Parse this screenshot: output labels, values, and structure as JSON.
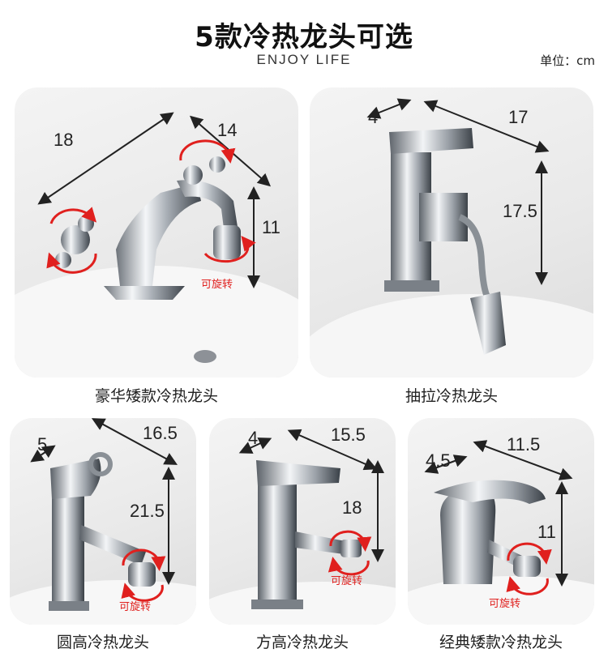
{
  "header": {
    "title": "5款冷热龙头可选",
    "subtitle": "ENJOY LIFE",
    "unit": "单位：cm"
  },
  "rotate_text": "可旋转",
  "products": [
    {
      "caption": "豪华矮款冷热龙头",
      "dims": {
        "a": "18",
        "b": "14",
        "c": "11"
      }
    },
    {
      "caption": "抽拉冷热龙头",
      "dims": {
        "a": "4",
        "b": "17",
        "c": "17.5"
      }
    },
    {
      "caption": "圆高冷热龙头",
      "dims": {
        "a": "5",
        "b": "16.5",
        "c": "21.5"
      }
    },
    {
      "caption": "方高冷热龙头",
      "dims": {
        "a": "4",
        "b": "15.5",
        "c": "18"
      }
    },
    {
      "caption": "经典矮款冷热龙头",
      "dims": {
        "a": "4.5",
        "b": "11.5",
        "c": "11"
      }
    }
  ],
  "colors": {
    "rotate_arrow": "#e0201e",
    "dimension_line": "#222222"
  }
}
